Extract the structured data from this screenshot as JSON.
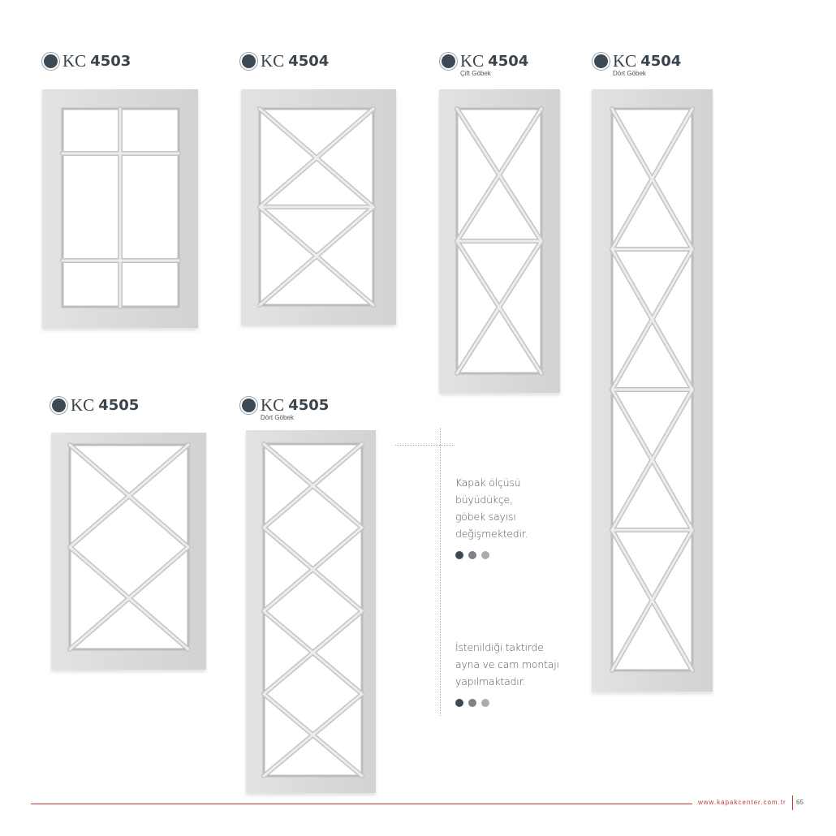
{
  "products": [
    {
      "prefix": "KC",
      "code": "4503",
      "subtitle": ""
    },
    {
      "prefix": "KC",
      "code": "4504",
      "subtitle": ""
    },
    {
      "prefix": "KC",
      "code": "4504",
      "subtitle": "Çift Göbek"
    },
    {
      "prefix": "KC",
      "code": "4504",
      "subtitle": "Dört Göbek"
    },
    {
      "prefix": "KC",
      "code": "4505",
      "subtitle": ""
    },
    {
      "prefix": "KC",
      "code": "4505",
      "subtitle": "Dört Göbek"
    }
  ],
  "notes": [
    {
      "lines": [
        "Kapak ölçüsü",
        "büyüdükçe,",
        "göbek sayısı",
        "değişmektedir."
      ]
    },
    {
      "lines": [
        "İstenildiği taktirde",
        "ayna ve cam montajı",
        "yapılmaktadır."
      ]
    }
  ],
  "color_dots": [
    "#3d4a56",
    "#7b8288",
    "#a9adb0"
  ],
  "footer": {
    "website": "www.kapakcenter.com.tr",
    "page_number": "65"
  },
  "colors": {
    "accent": "#c43a3a",
    "title": "#3a444c"
  }
}
